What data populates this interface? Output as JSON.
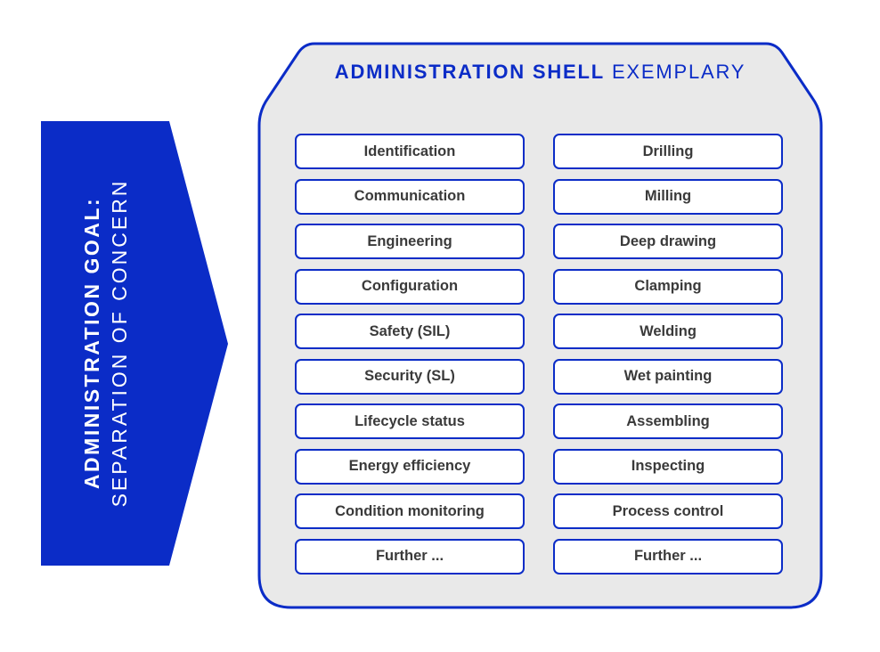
{
  "colors": {
    "blue": "#0b2cc7",
    "panel_bg": "#e9e9e9",
    "box_border": "#0b2cc7",
    "box_text": "#3a3a3a",
    "arrow_text": "#ffffff"
  },
  "arrow": {
    "line1": "ADMINISTRATION GOAL:",
    "line2": "SEPARATION OF CONCERN"
  },
  "shell": {
    "title_bold": "ADMINISTRATION SHELL",
    "title_light": "EXEMPLARY",
    "left_column": [
      "Identification",
      "Communication",
      "Engineering",
      "Configuration",
      "Safety (SIL)",
      "Security (SL)",
      "Lifecycle status",
      "Energy efficiency",
      "Condition monitoring",
      "Further ..."
    ],
    "right_column": [
      "Drilling",
      "Milling",
      "Deep drawing",
      "Clamping",
      "Welding",
      "Wet painting",
      "Assembling",
      "Inspecting",
      "Process control",
      "Further ..."
    ]
  }
}
